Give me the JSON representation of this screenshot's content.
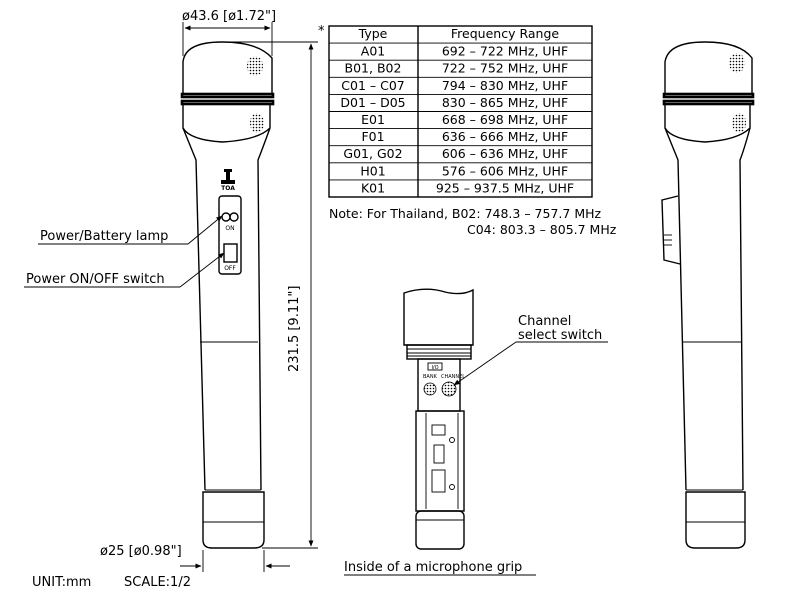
{
  "dimensions": {
    "head_diameter": "ø43.6 [ø1.72\"]",
    "length": "231.5 [9.11\"]",
    "base_diameter": "ø25 [ø0.98\"]"
  },
  "labels": {
    "power_battery_lamp": "Power/Battery lamp",
    "power_switch": "Power ON/OFF switch",
    "channel_select_1": "Channel",
    "channel_select_2": "select switch",
    "inside_caption": "Inside of a microphone grip",
    "unit": "UNIT:mm",
    "scale": "SCALE:1/2",
    "brand": "TOA",
    "switch_on": "ON",
    "switch_off": "OFF",
    "io": "I/O",
    "bank": "BANK",
    "channel": "CHANNEL",
    "asterisk": "*"
  },
  "table": {
    "headers": [
      "Type",
      "Frequency Range"
    ],
    "rows": [
      [
        "A01",
        "692 – 722 MHz, UHF"
      ],
      [
        "B01, B02",
        "722 – 752 MHz, UHF"
      ],
      [
        "C01 – C07",
        "794 – 830 MHz, UHF"
      ],
      [
        "D01 – D05",
        "830 – 865 MHz, UHF"
      ],
      [
        "E01",
        "668 – 698 MHz, UHF"
      ],
      [
        "F01",
        "636 – 666 MHz, UHF"
      ],
      [
        "G01, G02",
        "606 – 636 MHz, UHF"
      ],
      [
        "H01",
        "576 – 606 MHz, UHF"
      ],
      [
        "K01",
        "925 – 937.5 MHz, UHF"
      ]
    ]
  },
  "note": {
    "line1": "Note: For Thailand, B02: 748.3 – 757.7 MHz",
    "line2": "C04: 803.3 – 805.7 MHz"
  }
}
